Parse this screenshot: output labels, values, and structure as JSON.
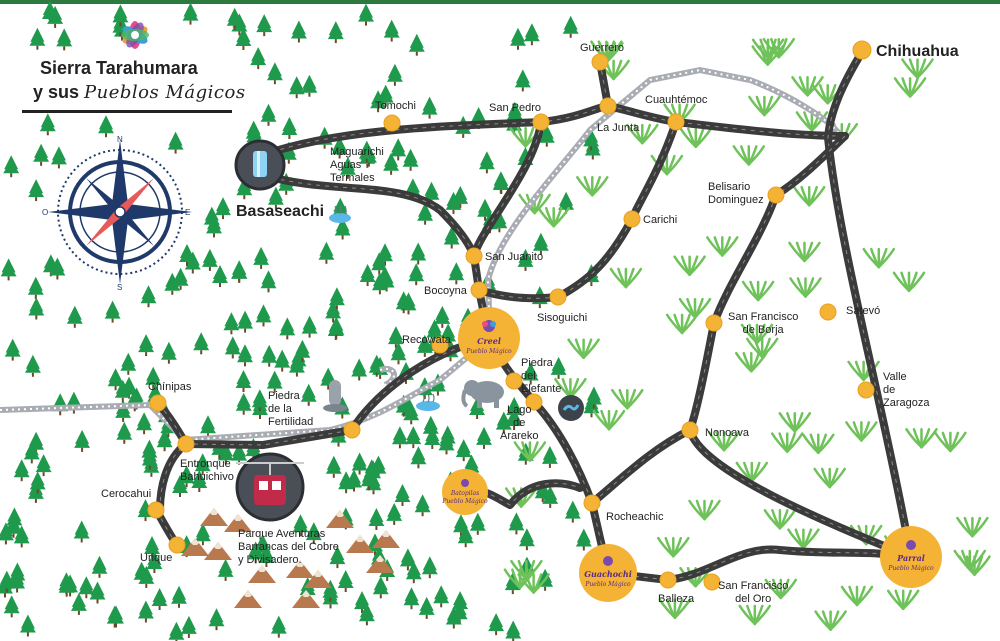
{
  "title": {
    "line1": "Sierra Tarahumara",
    "line2_prefix": "y sus",
    "line2_stylized": "Pueblos Mágicos"
  },
  "compass": {
    "n": "N",
    "s": "S",
    "e": "E",
    "w": "O"
  },
  "colors": {
    "road": "#3b3b3b",
    "rail": "#a9adb3",
    "town": "#f5b335",
    "tree": "#1f9a4c",
    "agave": "#6fc25a",
    "mountain": "#b9794f",
    "badge_text": "#5a2a85",
    "compass": "#1f3a6a"
  },
  "towns": {
    "guerrero": "Guerrero",
    "chihuahua": "Chihuahua",
    "tomochi": "Tomochi",
    "san_pedro": "San Pedro",
    "cuauhtemoc": "Cuauhtémoc",
    "la_junta": "La Junta",
    "maguarichi": "Maguarichi\nAguas\nTermales",
    "basaseachi": "Basaseachi",
    "belisario": "Belisario\nDominguez",
    "carichi": "Carichi",
    "san_juanito": "San Juanito",
    "bocoyna": "Bocoyna",
    "sisoguichi": "Sisoguichi",
    "san_francisco_borja": "San Francisco\nde Borja",
    "satevo": "Satevó",
    "recowata": "Recowata",
    "piedra_elefante": "Piedra\ndel\nElefante",
    "valle_zaragoza": "Valle\nde\nZaragoza",
    "chinipas": "Chínipas",
    "piedra_fertilidad": "Piedra\nde la\nFertilidad",
    "lago_arareko": "Lago\nde\nArareko",
    "nonoava": "Nonoava",
    "entronque": "Entronque\nBahuichivo",
    "cerocahui": "Cerocahui",
    "rocheachic": "Rocheachic",
    "parque": "Parque Aventuras\nBarrancas del Cobre\ny Divisadero.",
    "urique": "Urique",
    "balleza": "Balleza",
    "san_francisco_oro": "San Francisco\ndel Oro"
  },
  "badges": {
    "creel": {
      "name": "Creel",
      "sub": "Pueblo Mágico"
    },
    "batopilas": {
      "name": "Batopilas",
      "sub": "Pueblo Mágico"
    },
    "guachochi": {
      "name": "Guachochi",
      "sub": "Pueblo Mágico"
    },
    "parral": {
      "name": "Parral",
      "sub": "Pueblo Mágico"
    }
  },
  "icons": [
    "compass-rose-icon",
    "waterfall-icon",
    "cable-car-icon",
    "elephant-rock-icon",
    "hot-spring-icon",
    "lake-icon",
    "railway-track-icon",
    "tree-icon",
    "agave-icon",
    "mountain-icon"
  ]
}
